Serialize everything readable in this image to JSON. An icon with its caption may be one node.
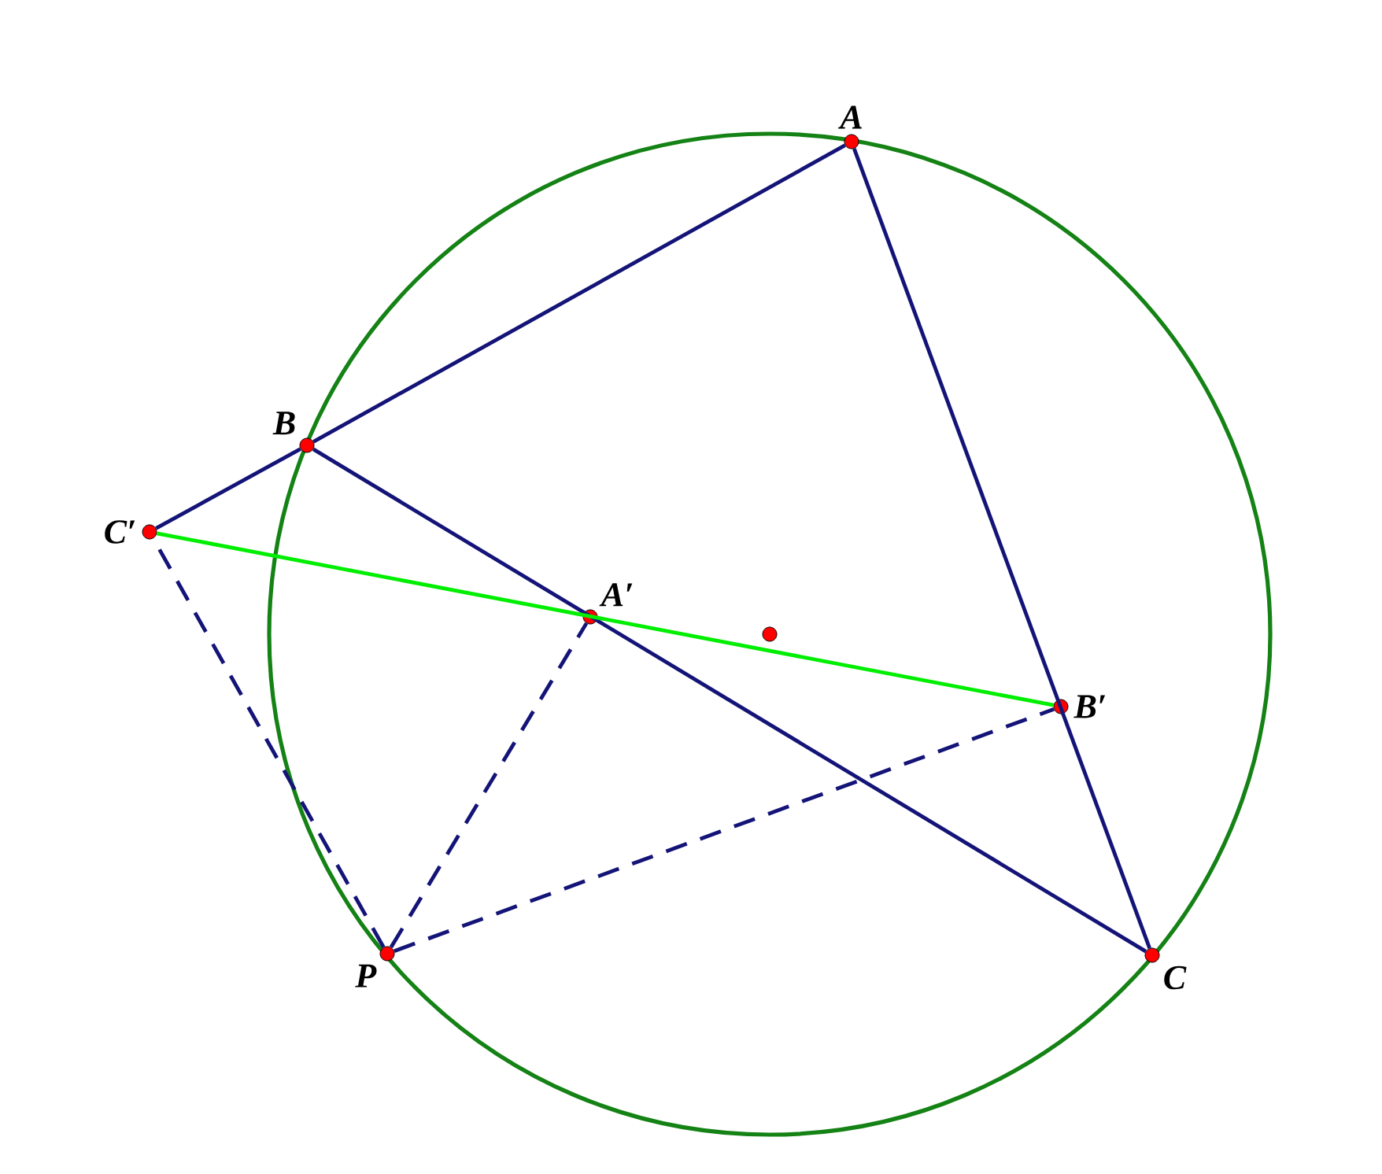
{
  "diagram": {
    "nodes": [
      {
        "text": [
          "A"
        ]
      },
      {
        "text": [
          "B"
        ]
      },
      {
        "text": [
          "C′"
        ]
      },
      {
        "text": [
          "A′"
        ]
      },
      {
        "text": [],
        "shape": "circle"
      },
      {
        "text": [
          "B′"
        ]
      },
      {
        "text": [
          "P"
        ]
      },
      {
        "text": [
          "C"
        ]
      }
    ],
    "edges": [
      {
        "from": 0,
        "to": 1,
        "arrow": "none"
      },
      {
        "from": 1,
        "to": 2,
        "arrow": "none"
      },
      {
        "from": 0,
        "to": 7,
        "arrow": "none"
      },
      {
        "from": 1,
        "to": 7,
        "arrow": "none"
      },
      {
        "from": 2,
        "to": 5,
        "arrow": "none",
        "color": "#00ee00"
      },
      {
        "from": 6,
        "to": 2,
        "arrow": "none",
        "style": "dashed"
      },
      {
        "from": 6,
        "to": 3,
        "arrow": "none",
        "style": "dashed"
      },
      {
        "from": 6,
        "to": 5,
        "arrow": "none",
        "style": "dashed"
      }
    ]
  }
}
